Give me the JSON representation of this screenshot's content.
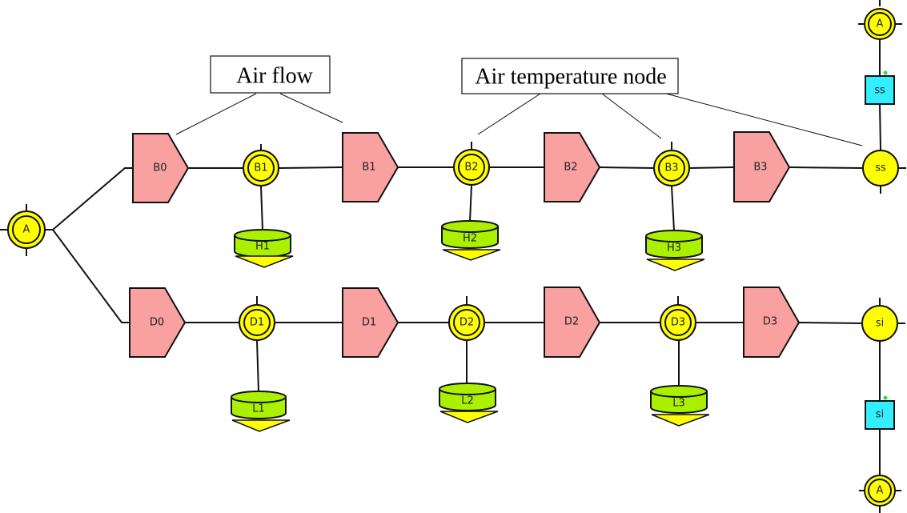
{
  "callouts": [
    {
      "id": "air-flow",
      "text": "Air flow"
    },
    {
      "id": "air-temp-node",
      "text": "Air temperature node"
    }
  ],
  "source_node": {
    "label": "A"
  },
  "branches": [
    {
      "name": "top",
      "flows": [
        "B0",
        "B1",
        "B2",
        "B3"
      ],
      "nodes": [
        "B1",
        "B2",
        "B3"
      ],
      "loads": [
        "H1",
        "H2",
        "H3"
      ],
      "sink": "ss",
      "sensor": "ss",
      "ambient": "A"
    },
    {
      "name": "bottom",
      "flows": [
        "D0",
        "D1",
        "D2",
        "D3"
      ],
      "nodes": [
        "D1",
        "D2",
        "D3"
      ],
      "loads": [
        "L1",
        "L2",
        "L3"
      ],
      "sink": "si",
      "sensor": "si",
      "ambient": "A"
    }
  ],
  "colors": {
    "flow_element": "#f9a0a0",
    "temperature_node": "#ffff00",
    "heat_source": "#aaf000",
    "sensor": "#33eeff",
    "sensor_marker": "#22dd44"
  }
}
